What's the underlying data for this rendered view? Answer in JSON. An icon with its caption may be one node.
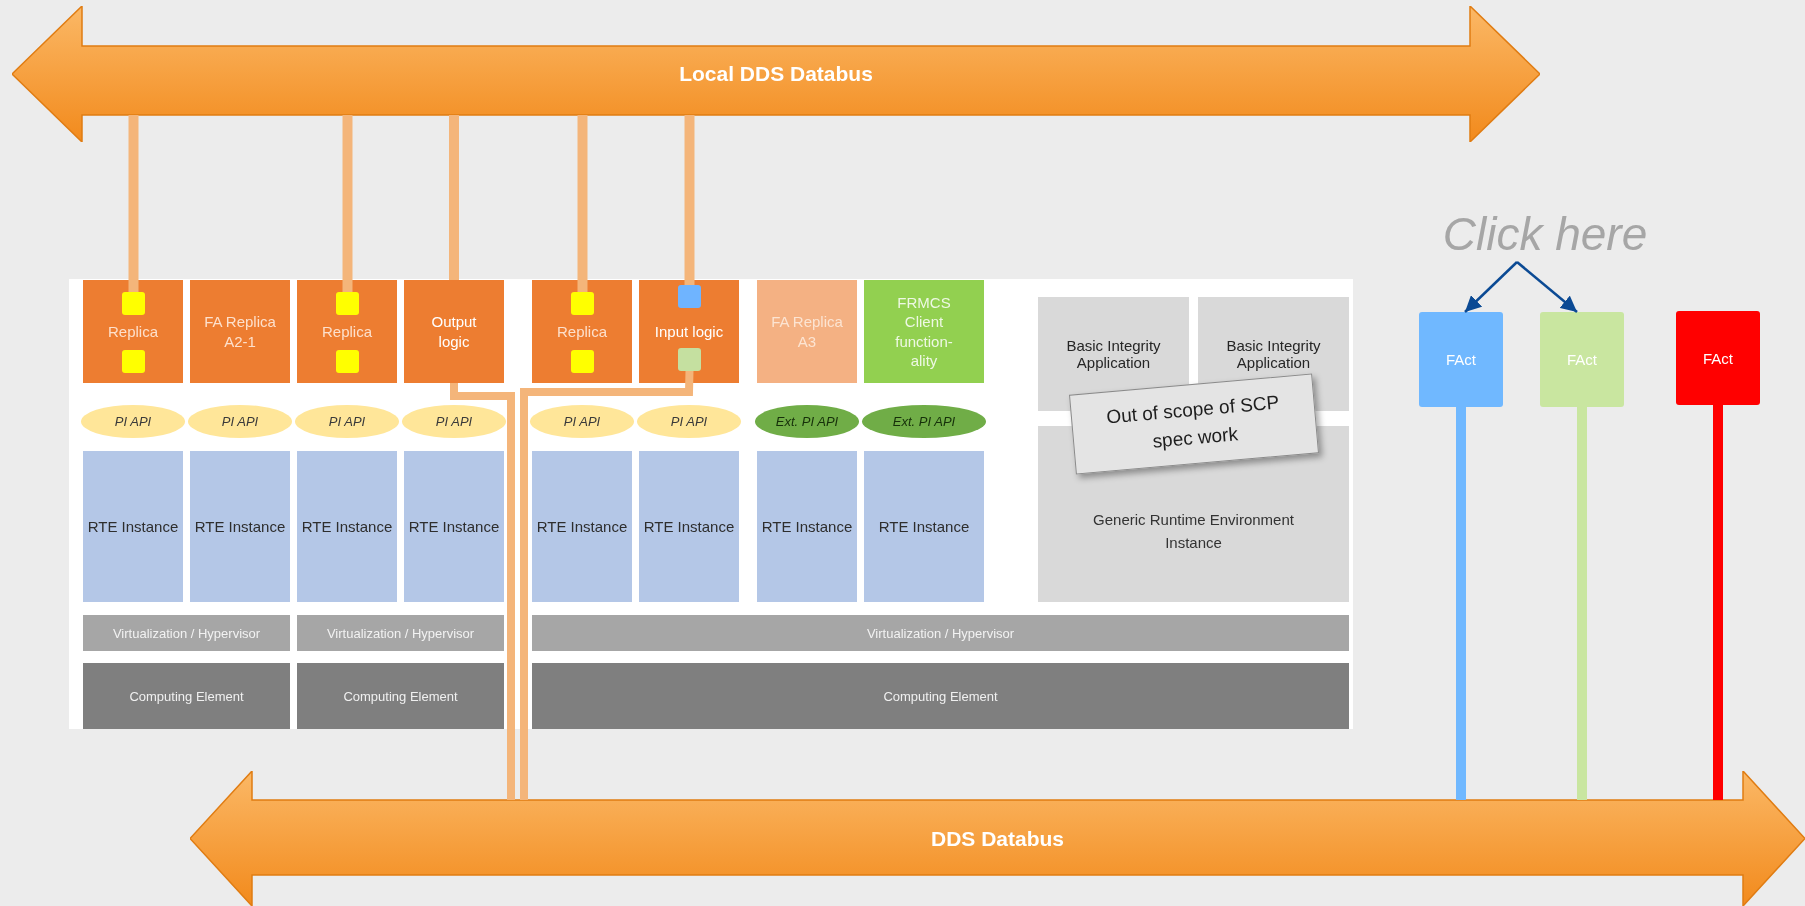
{
  "diagram": {
    "nodes": [
      {
        "text": [
          "Local DDS Databus"
        ]
      },
      {
        "text": [
          "Click here"
        ]
      },
      {
        "text": [
          "Replica"
        ]
      },
      {
        "text": [],
        "shape": "box",
        "in": 2
      },
      {
        "text": [],
        "shape": "box",
        "in": 2
      },
      {
        "text": [
          "FA Replica A2-1"
        ]
      },
      {
        "text": [
          "Replica"
        ]
      },
      {
        "text": [],
        "shape": "box",
        "in": 6
      },
      {
        "text": [],
        "shape": "box",
        "in": 6
      },
      {
        "text": [
          "Output logic"
        ]
      },
      {
        "text": [
          "Replica"
        ]
      },
      {
        "text": [],
        "shape": "box",
        "in": 10
      },
      {
        "text": [],
        "shape": "box",
        "in": 10
      },
      {
        "text": [
          "Input logic"
        ]
      },
      {
        "text": [],
        "shape": "box",
        "in": 13
      },
      {
        "text": [],
        "shape": "box",
        "in": 13
      },
      {
        "text": [
          "FA Replica A3"
        ]
      },
      {
        "text": [
          "FRMCS Client function-ality"
        ]
      },
      {
        "text": [
          "Basic Integrity Application"
        ]
      },
      {
        "text": [
          "Basic Integrity Application"
        ]
      },
      {
        "text": [
          "PI API"
        ]
      },
      {
        "text": [
          "PI API"
        ]
      },
      {
        "text": [
          "PI API"
        ]
      },
      {
        "text": [
          "PI API"
        ]
      },
      {
        "text": [
          "PI API"
        ]
      },
      {
        "text": [
          "PI API"
        ]
      },
      {
        "text": [
          "Ext. PI API"
        ]
      },
      {
        "text": [
          "Ext. PI API"
        ]
      },
      {
        "text": [
          "RTE Instance"
        ]
      },
      {
        "text": [
          "RTE Instance"
        ]
      },
      {
        "text": [
          "RTE Instance"
        ]
      },
      {
        "text": [
          "RTE Instance"
        ]
      },
      {
        "text": [
          "RTE Instance"
        ]
      },
      {
        "text": [
          "RTE Instance"
        ]
      },
      {
        "text": [
          "RTE Instance"
        ]
      },
      {
        "text": [
          "RTE Instance"
        ]
      },
      {
        "text": [
          "Generic Runtime Environment Instance"
        ]
      },
      {
        "text": [
          "Out of scope of SCP spec work"
        ]
      },
      {
        "text": [
          "Virtualization / Hypervisor"
        ]
      },
      {
        "text": [
          "Virtualization / Hypervisor"
        ]
      },
      {
        "text": [
          "Virtualization / Hypervisor"
        ]
      },
      {
        "text": [
          "Computing Element"
        ]
      },
      {
        "text": [
          "Computing Element"
        ]
      },
      {
        "text": [
          "Computing Element"
        ]
      },
      {
        "text": [
          "FAct"
        ]
      },
      {
        "text": [
          "FAct"
        ]
      },
      {
        "text": [
          "FAct"
        ]
      },
      {
        "text": [
          "DDS Databus"
        ]
      }
    ],
    "edges": [
      {
        "from": 0,
        "to": 3,
        "arrow": "none"
      },
      {
        "from": 0,
        "to": 7,
        "arrow": "none"
      },
      {
        "from": 0,
        "to": 9,
        "arrow": "none"
      },
      {
        "from": 0,
        "to": 11,
        "arrow": "none"
      },
      {
        "from": 0,
        "to": 14,
        "arrow": "none"
      },
      {
        "from": 9,
        "to": 47,
        "arrow": "none"
      },
      {
        "from": 15,
        "to": 47,
        "arrow": "none"
      },
      {
        "from": 44,
        "to": 47,
        "arrow": "none",
        "color": "#70b8ff"
      },
      {
        "from": 45,
        "to": 47,
        "arrow": "none",
        "color": "#c9e6a0"
      },
      {
        "from": 46,
        "to": 47,
        "arrow": "none",
        "color": "#ff0000"
      },
      {
        "from": 1,
        "to": 44,
        "arrow": "to",
        "color": "#0b4a94"
      },
      {
        "from": 1,
        "to": 45,
        "arrow": "to",
        "color": "#0b4a94"
      }
    ]
  }
}
